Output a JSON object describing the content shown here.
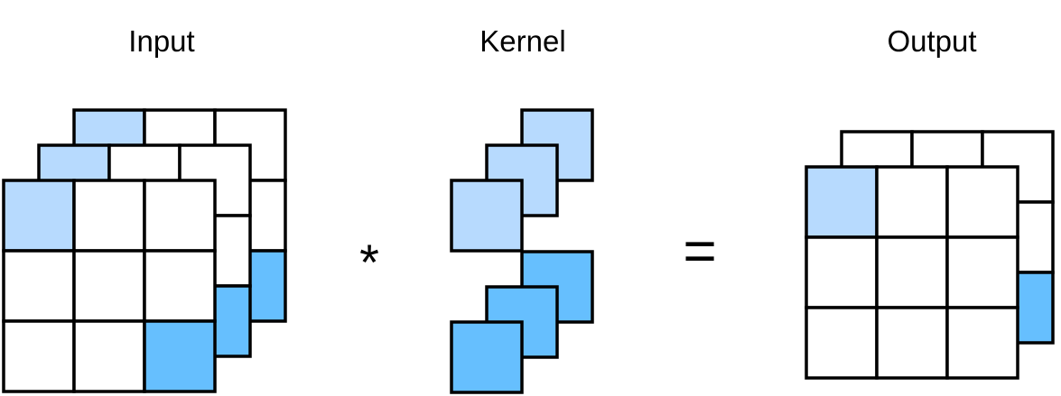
{
  "labels": {
    "input": "Input",
    "kernel": "Kernel",
    "output": "Output"
  },
  "operators": {
    "convolve": "*",
    "equals": "="
  },
  "colors": {
    "light_blue": "#b7dafe",
    "blue": "#66bffe",
    "white": "#ffffff",
    "stroke": "#000000"
  },
  "input": {
    "channels": 3,
    "rows": 3,
    "cols": 3,
    "highlighted_window_cell": "top-left",
    "highlighted_window_color": "light_blue",
    "highlighted_corner_cell": "bottom-right",
    "highlighted_corner_color": "blue"
  },
  "kernel": {
    "channels": 3,
    "rows": 2,
    "cols": 1,
    "cell_colors": [
      "light_blue",
      "blue"
    ]
  },
  "output": {
    "channels": 2,
    "rows": 3,
    "cols": 3,
    "highlighted_cell": "top-left",
    "highlighted_color": "light_blue",
    "back_layer_highlight_color": "blue"
  }
}
